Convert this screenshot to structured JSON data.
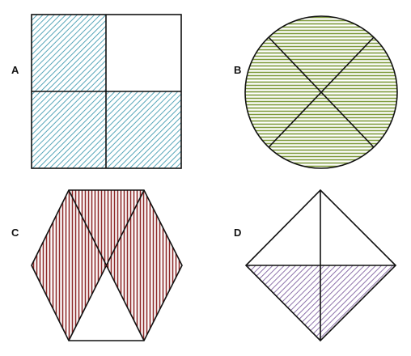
{
  "panels": [
    {
      "label": "A",
      "shape": "square",
      "parts": 4,
      "shaded_parts": 3,
      "shade_color": "#3a97ad",
      "pattern": "diagonal-stripes"
    },
    {
      "label": "B",
      "shape": "circle",
      "parts": 4,
      "shaded_parts": 4,
      "shade_color": "#7e9a3c",
      "pattern": "horizontal-stripes"
    },
    {
      "label": "C",
      "shape": "hexagon",
      "parts": 4,
      "shaded_parts": 3,
      "shade_color": "#8e2a2a",
      "pattern": "vertical-stripes"
    },
    {
      "label": "D",
      "shape": "rhombus",
      "parts": 4,
      "shaded_parts": 2,
      "shade_color": "#7a5a9c",
      "pattern": "diagonal-stripes"
    }
  ],
  "colors": {
    "outline": "#111111",
    "background": "#ffffff"
  }
}
